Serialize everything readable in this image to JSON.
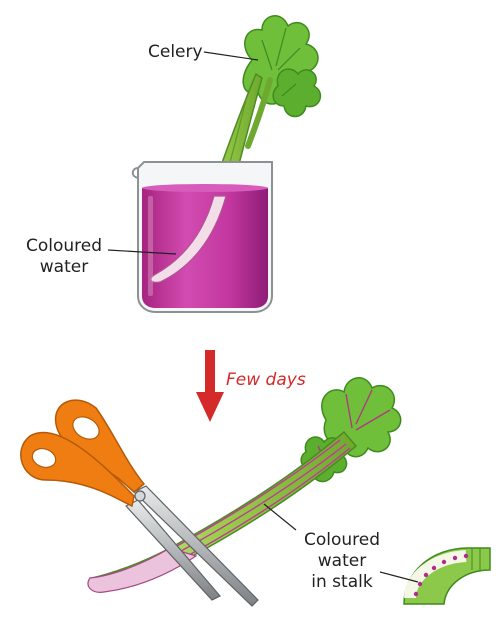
{
  "labels": {
    "celery": "Celery",
    "coloured_water_line1": "Coloured",
    "coloured_water_line2": "water",
    "arrow_label": "Few days",
    "stalk_line1": "Coloured",
    "stalk_line2": "water",
    "stalk_line3": "in stalk"
  },
  "colors": {
    "dye": "#c2369f",
    "dye_dark": "#8e1d76",
    "leaf": "#6fbf3a",
    "leaf_dark": "#3f8a1f",
    "stalk": "#a7d65a",
    "arrow": "#d42a2a",
    "scissor_handle": "#f07d12",
    "blade": "#a9acae"
  }
}
